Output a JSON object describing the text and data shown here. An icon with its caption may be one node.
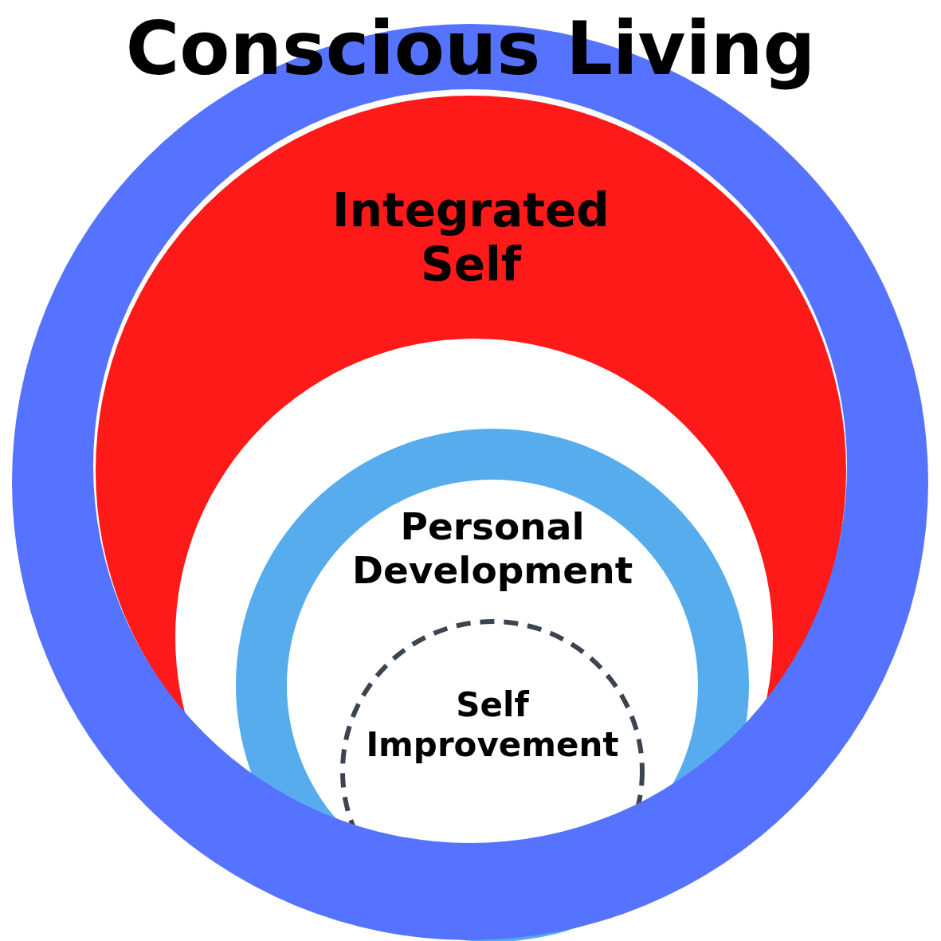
{
  "diagram": {
    "nodes": [
      {
        "text": [
          "Conscious Living"
        ]
      },
      {
        "text": [
          "Integrated Self"
        ],
        "in": 0
      },
      {
        "text": [
          "Personal Development"
        ],
        "in": 1
      },
      {
        "text": [
          "Self Improvement"
        ],
        "in": 2
      }
    ]
  }
}
